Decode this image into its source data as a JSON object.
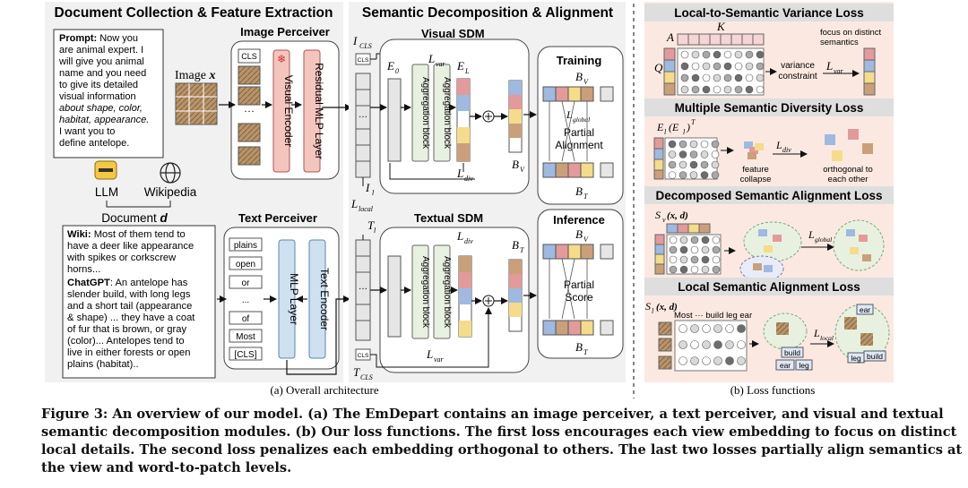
{
  "sections": {
    "doc_title": "Document Collection & Feature Extraction",
    "sdm_title": "Semantic Decomposition & Alignment",
    "loss1_title": "Local-to-Semantic Variance Loss",
    "loss2_title": "Multiple Semantic Diversity Loss",
    "loss3_title": "Decomposed Semantic Alignment Loss",
    "loss4_title": "Local Semantic Alignment Loss"
  },
  "prompt": {
    "label": "Prompt:",
    "lines": [
      " Now you",
      "are animal expert. I",
      "will give you animal",
      "name and you need",
      "to give its detailed",
      "visual information",
      "about shape, color,",
      "habitat, appearance.",
      "I want you to",
      "define antelope."
    ]
  },
  "image_perceiver": {
    "title": "Image Perceiver",
    "image_label": "Image",
    "image_var": "x",
    "cls": "CLS",
    "visual_encoder": "Visual Encoder",
    "residual_mlp": "Residual MLP Layer"
  },
  "sources": {
    "llm": "LLM",
    "wikipedia": "Wikipedia",
    "document": "Document",
    "document_var": "d"
  },
  "wiki": {
    "label": "Wiki:",
    "lines": [
      " Most of them tend to",
      "have a deer like appearance",
      "with spikes or corkscrew",
      "horns..."
    ]
  },
  "chatgpt": {
    "label": "ChatGPT",
    "lines": [
      ": An antelope has",
      "slender build, with long legs",
      "and a short tail (appearance",
      "& shape) ... they have a coat",
      "of fur that is brown, or gray",
      "(color)... Antelopes tend to",
      "live in either forests or open",
      "plains (habitat).."
    ]
  },
  "text_perceiver": {
    "title": "Text Perceiver",
    "tokens": [
      "plains",
      "open",
      "or",
      "...",
      "of",
      "Most",
      "[CLS]"
    ],
    "mlp": "MLP Layer",
    "text_encoder": "Text Encoder"
  },
  "visual_sdm": {
    "title": "Visual SDM",
    "agg1": "Aggregation block",
    "agg2": "Aggregation block",
    "e0": "E",
    "e0_sub": "0",
    "el": "E",
    "el_sub": "L",
    "cls_label": "I",
    "cls_sub": "CLS",
    "il": "I",
    "il_sub": "l",
    "loss_var": "L",
    "loss_var_sub": "var",
    "loss_div": "L",
    "loss_div_sub": "div",
    "bv": "B",
    "bv_sub": "V"
  },
  "textual_sdm": {
    "title": "Textual SDM",
    "agg1": "Aggregation block",
    "agg2": "Aggregation block",
    "tl": "T",
    "tl_sub": "l",
    "tcls": "T",
    "tcls_sub": "CLS",
    "loss_div": "L",
    "loss_div_sub": "div",
    "loss_var": "L",
    "loss_var_sub": "var",
    "bt": "B",
    "bt_sub": "T",
    "cls": "CLS"
  },
  "local_loss": {
    "label": "L",
    "sub": "local"
  },
  "training": {
    "title": "Training",
    "bv": "B",
    "bv_sub": "V",
    "bt": "B",
    "bt_sub": "T",
    "global": "L",
    "global_sub": "global",
    "partial1": "Partial",
    "partial2": "Alignment"
  },
  "inference": {
    "title": "Inference",
    "bv": "B",
    "bv_sub": "V",
    "bt": "B",
    "bt_sub": "T",
    "partial1": "Partial",
    "partial2": "Score"
  },
  "loss1": {
    "a": "A",
    "k": "K",
    "q": "Q",
    "note1": "focus on distinct",
    "note2": "semantics",
    "vc1": "variance",
    "vc2": "constraint",
    "loss": "L",
    "loss_sub": "var"
  },
  "loss2": {
    "eq": "E",
    "eq_sub": "l",
    "eq2": "(E",
    "eq2_sub": "l",
    "eq2_sup": ")",
    "sup": "T",
    "fc1": "feature",
    "fc2": "collapse",
    "orth1": "orthogonal to",
    "orth2": "each other",
    "loss": "L",
    "loss_sub": "div"
  },
  "loss3": {
    "s": "S",
    "s_sub": "v",
    "args": "(x, d)",
    "loss": "L",
    "loss_sub": "global"
  },
  "loss4": {
    "s": "S",
    "s_sub": "l",
    "args": "(x, d)",
    "cols": "Most ··· build  leg  ear",
    "loss": "L",
    "loss_sub": "local",
    "tag_ear": "ear",
    "tag_leg": "leg",
    "tag_build": "build"
  },
  "sub_captions": {
    "a": "(a) Overall architecture",
    "b": "(b) Loss functions"
  },
  "caption": {
    "lines": [
      "Figure 3: An overview of our model. (a) The EmDepart contains an image perceiver, a text perceiver, and visual and textual",
      "semantic decomposition modules. (b) Our loss functions. The first loss encourages each view embedding to focus on distinct",
      "local details. The second loss penalizes each embedding orthogonal to others. The last two losses partially align semantics at",
      "the view and word-to-patch levels."
    ]
  },
  "colors": {
    "panel_bg": "#f1f1f1",
    "loss_bg": "#fbe9e1",
    "title_bar": "#dedede",
    "visual_enc": "#f4c5bd",
    "text_enc": "#cfe0f1",
    "sdm_bg": "#e8f1df",
    "emb_red": "#e39a9a",
    "emb_blue": "#9fb9e0",
    "emb_yellow": "#f4dc8a",
    "emb_brown": "#c9a07a",
    "emb_gray": "#c9c9c9"
  }
}
